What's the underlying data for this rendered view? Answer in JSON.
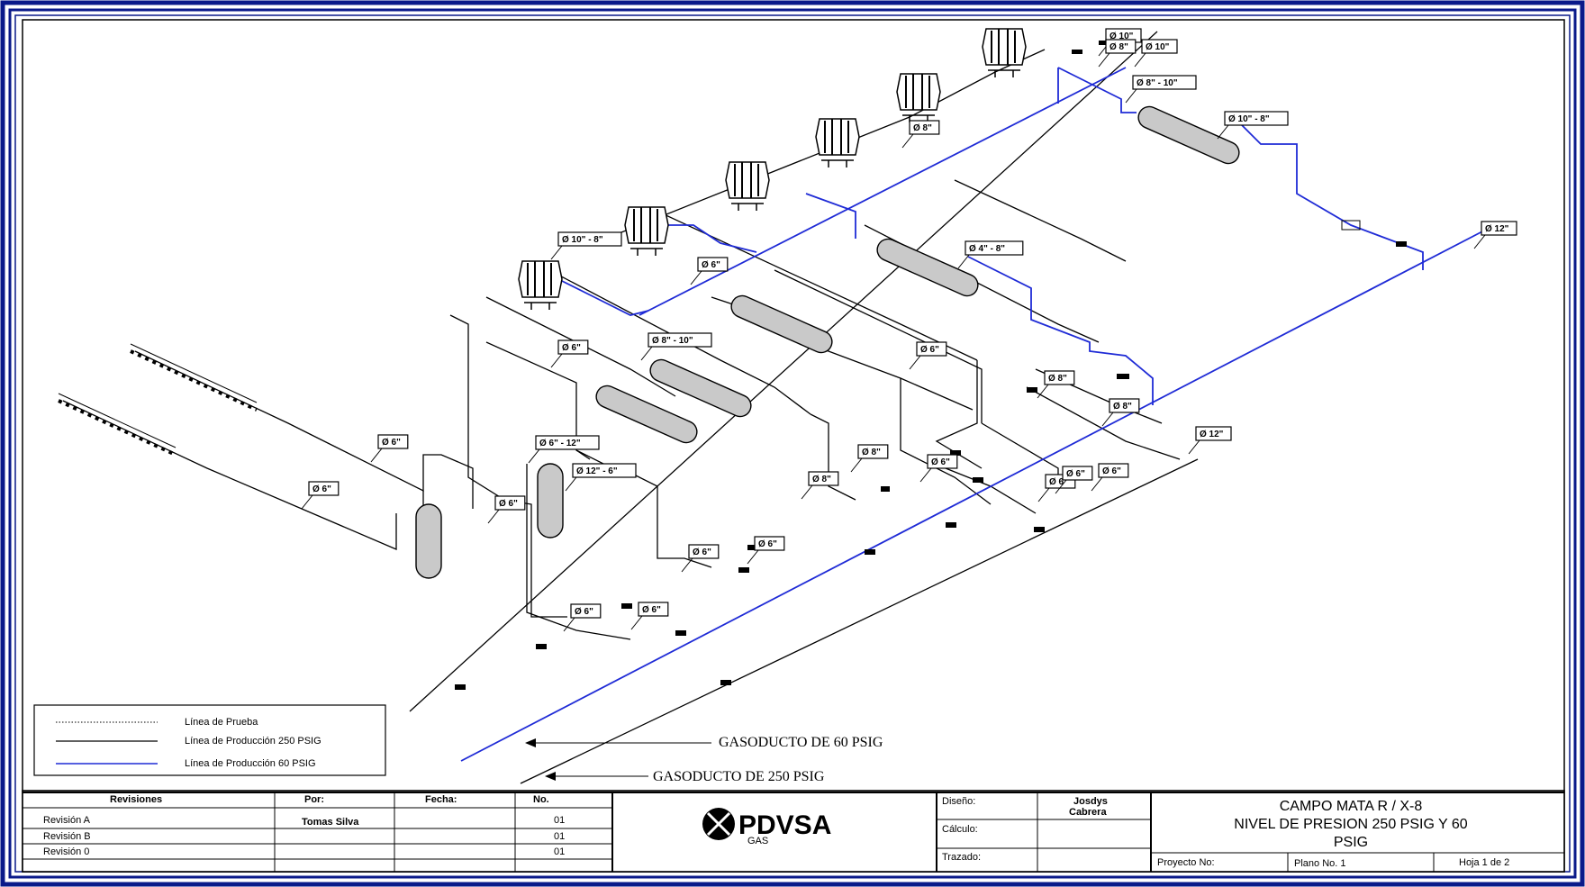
{
  "legend": {
    "items": [
      {
        "label": "Línea de Prueba",
        "style": "dotted",
        "color": "#555555"
      },
      {
        "label": "Línea de Producción 250 PSIG",
        "style": "solid",
        "color": "#000000"
      },
      {
        "label": "Línea de Producción 60 PSIG",
        "style": "solid",
        "color": "#1f2bd6"
      }
    ]
  },
  "gasoducts": {
    "g60": "GASODUCTO DE 60 PSIG",
    "g250": "GASODUCTO DE 250 PSIG"
  },
  "pipe_labels": [
    "Ø 10\"",
    "Ø 10\"",
    "Ø 8\" - 10\"",
    "Ø 10\" - 8\"",
    "Ø 8\"",
    "Ø 12\"",
    "Ø 4\" - 8\"",
    "Ø 10\" - 8\"",
    "Ø 6\"",
    "Ø 8\" - 10\"",
    "Ø 6\"",
    "Ø 6\"",
    "Ø 6\"",
    "Ø 6\"",
    "Ø 6\" - 12\"",
    "Ø 12\" - 6\"",
    "Ø 6\"",
    "Ø 8\"",
    "Ø 8\"",
    "Ø 8\"",
    "Ø 8\"",
    "Ø 12\"",
    "Ø 6\"",
    "Ø 6\"",
    "Ø 6\"",
    "Ø 8\"",
    "Ø 6\"",
    "Ø 6\"",
    "Ø 6\"",
    "Ø 6\"",
    "Ø 6\""
  ],
  "title_block": {
    "revisions_header": "Revisiones",
    "by_header": "Por:",
    "date_header": "Fecha:",
    "no_header": "No.",
    "rows": [
      {
        "name": "Revisión A",
        "by": "Tomas Silva",
        "date": "",
        "no": "01"
      },
      {
        "name": "Revisión B",
        "by": "",
        "date": "",
        "no": "01"
      },
      {
        "name": "Revisión 0",
        "by": "",
        "date": "",
        "no": "01"
      }
    ],
    "logo_text": "PDVSA",
    "logo_sub": "GAS",
    "design_label": "Diseño:",
    "designer_1": "Josdys",
    "designer_2": "Cabrera",
    "calc_label": "Cálculo:",
    "drawn_label": "Trazado:",
    "title_1": "CAMPO MATA R / X-8",
    "title_2": "NIVEL DE PRESION 250 PSIG Y 60",
    "title_3": "PSIG",
    "project_label": "Proyecto No:",
    "plan_label": "Plano No. 1",
    "sheet_label": "Hoja 1 de 2"
  }
}
